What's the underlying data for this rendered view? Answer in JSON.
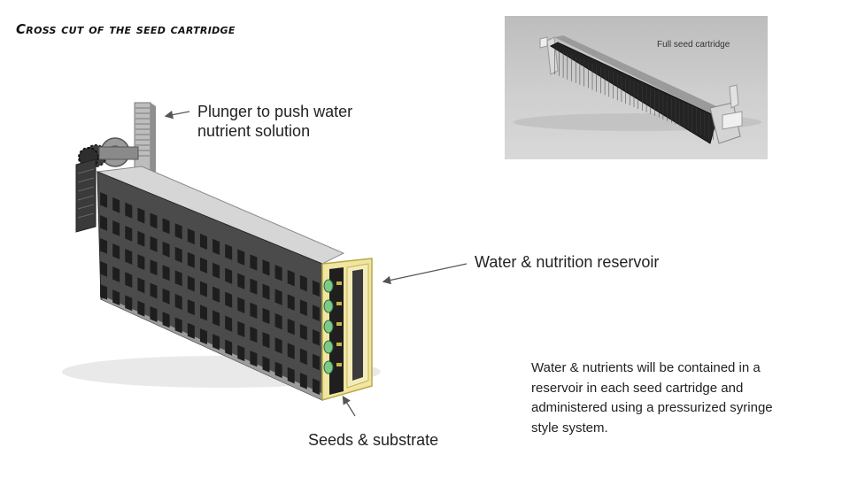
{
  "slide": {
    "title": "Cross cut of the seed cartridge",
    "labels": {
      "plunger": "Plunger to push water nutrient solution",
      "reservoir": "Water & nutrition reservoir",
      "seeds": "Seeds & substrate"
    },
    "description": "Water & nutrients will be contained in a reservoir in each seed cartridge and administered  using a pressurized syringe style system.",
    "photo": {
      "caption": "Full seed cartridge"
    }
  },
  "colors": {
    "cartridge_dark": "#4a4a4a",
    "substrate_yellow": "#f0e6a0",
    "seed_green": "#7ec88a",
    "photo_bg": "#c8c8c8"
  }
}
